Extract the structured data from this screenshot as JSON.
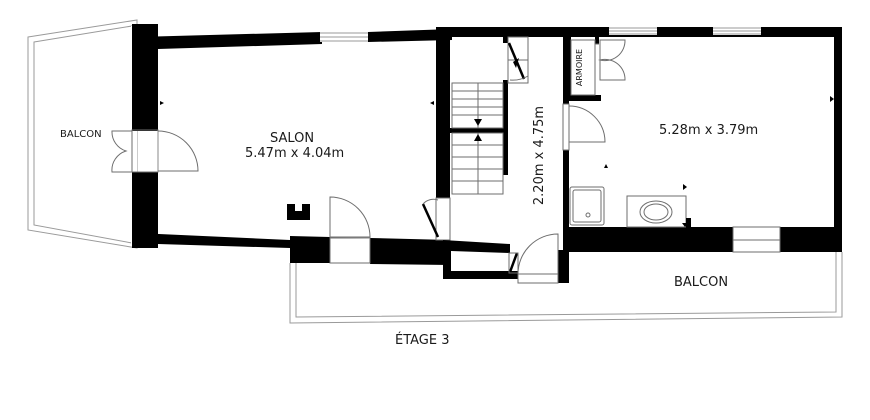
{
  "floor_title": "ÉTAGE 3",
  "rooms": {
    "balcon_left": {
      "name": "BALCON"
    },
    "salon": {
      "name": "SALON",
      "dimensions": "5.47m x 4.04m"
    },
    "hall": {
      "dimensions": "2.20m x 4.75m"
    },
    "bedroom": {
      "dimensions": "5.28m x 3.79m"
    },
    "armoire": {
      "name": "ARMOIRE"
    },
    "balcon_bottom": {
      "name": "BALCON"
    }
  },
  "colors": {
    "wall": "#000000",
    "outline": "#9a9a9a",
    "background": "#ffffff"
  }
}
